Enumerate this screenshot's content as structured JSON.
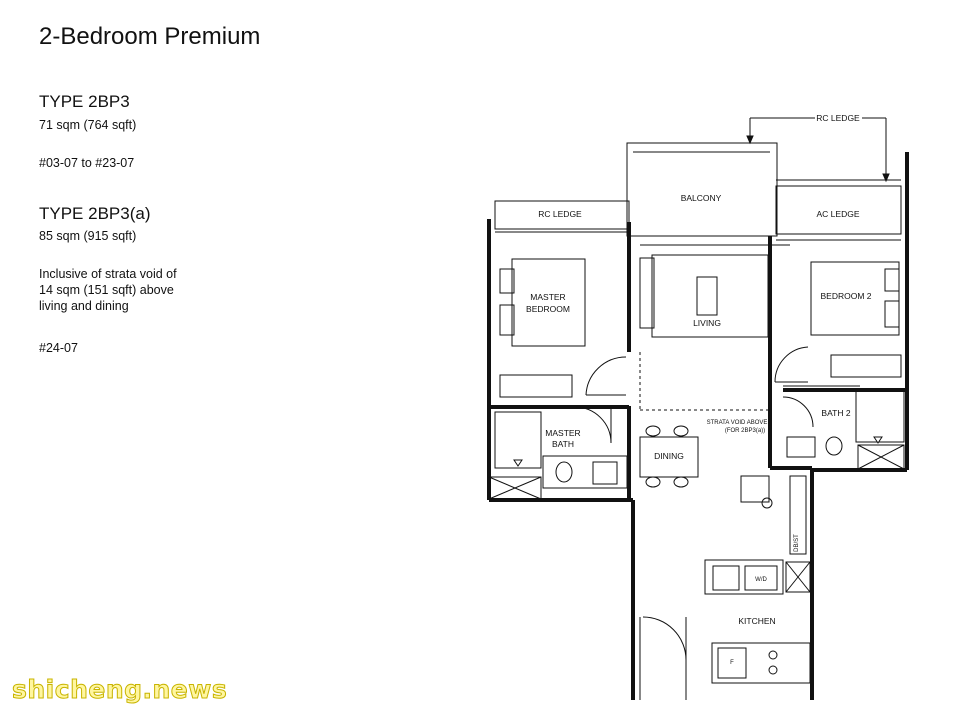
{
  "title": "2-Bedroom Premium",
  "type_a": {
    "name": "TYPE 2BP3",
    "area": "71 sqm (764 sqft)",
    "units": "#03-07 to #23-07"
  },
  "type_b": {
    "name": "TYPE 2BP3(a)",
    "area": "85 sqm (915 sqft)",
    "note_lines": [
      "Inclusive of strata void of",
      "14 sqm (151 sqft) above",
      "living and dining"
    ],
    "units": "#24-07"
  },
  "plan": {
    "rc_ledge_top": "RC LEDGE",
    "rc_ledge_left": "RC LEDGE",
    "balcony": "BALCONY",
    "ac_ledge": "AC LEDGE",
    "master_bedroom": [
      "MASTER",
      "BEDROOM"
    ],
    "living": "LIVING",
    "bedroom_2": "BEDROOM 2",
    "strata_void": [
      "STRATA VOID ABOVE",
      "(FOR 2BP3(a))"
    ],
    "master_bath": [
      "MASTER",
      "BATH"
    ],
    "bath_2": "BATH 2",
    "dining": "DINING",
    "dbst": "DB/ST",
    "wd": "W/D",
    "kitchen": "KITCHEN",
    "fridge": "F"
  },
  "watermark": "shicheng.news"
}
